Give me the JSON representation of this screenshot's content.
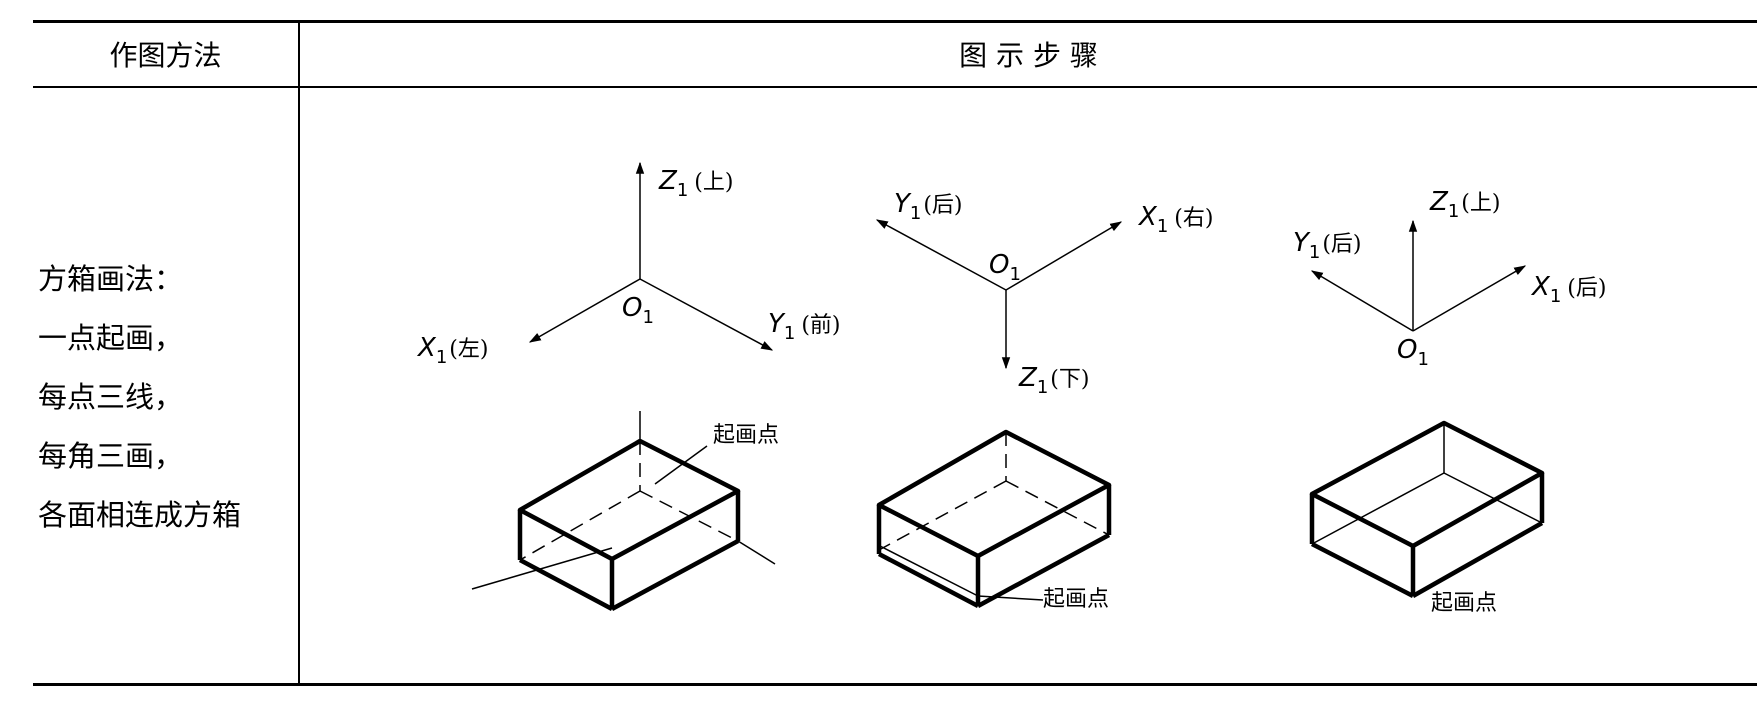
{
  "header": {
    "col1": "作图方法",
    "col2": "图 示 步 骤"
  },
  "method": {
    "lines": [
      "方箱画法：",
      "一点起画，",
      "每点三线，",
      "每角三画，",
      "各面相连成方箱"
    ]
  },
  "figures": [
    {
      "axes": {
        "z": {
          "letter": "Z",
          "sub": "1",
          "dir": "(上)"
        },
        "x": {
          "letter": "X",
          "sub": "1",
          "dir": "(左)"
        },
        "y": {
          "letter": "Y",
          "sub": "1",
          "dir": "(前)"
        },
        "origin": {
          "letter": "O",
          "sub": "1"
        }
      },
      "start_label": "起画点"
    },
    {
      "axes": {
        "y": {
          "letter": "Y",
          "sub": "1",
          "dir": "(后)"
        },
        "x": {
          "letter": "X",
          "sub": "1",
          "dir": "(右)"
        },
        "z": {
          "letter": "Z",
          "sub": "1",
          "dir": "(下)"
        },
        "origin": {
          "letter": "O",
          "sub": "1"
        }
      },
      "start_label": "起画点"
    },
    {
      "axes": {
        "z": {
          "letter": "Z",
          "sub": "1",
          "dir": "(上)"
        },
        "y": {
          "letter": "Y",
          "sub": "1",
          "dir": "(后)"
        },
        "x": {
          "letter": "X",
          "sub": "1",
          "dir": "(后)"
        },
        "origin": {
          "letter": "O",
          "sub": "1"
        }
      },
      "start_label": "起画点"
    }
  ]
}
